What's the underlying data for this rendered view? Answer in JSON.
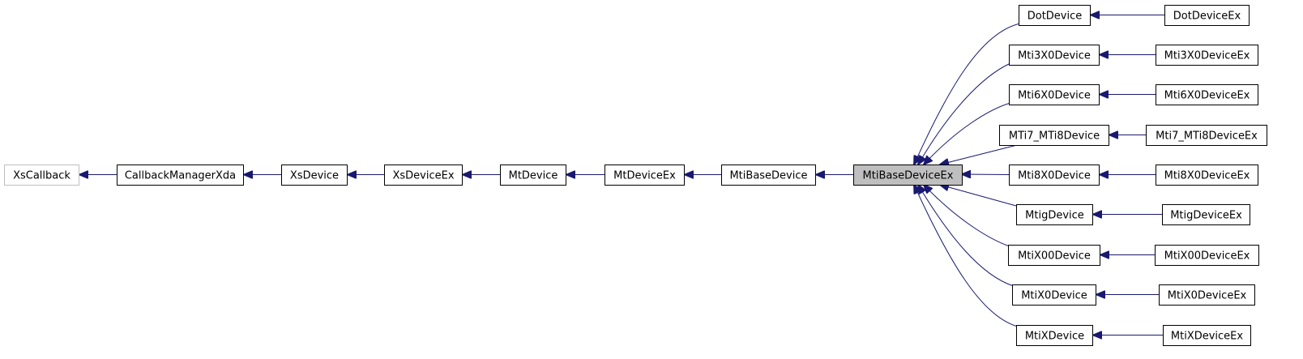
{
  "diagram": {
    "type": "class-inheritance-graph",
    "edge_color": "#191970",
    "nodes": [
      {
        "id": "XsCallback",
        "label": "XsCallback",
        "style": "external"
      },
      {
        "id": "CallbackManagerXda",
        "label": "CallbackManagerXda",
        "style": "normal"
      },
      {
        "id": "XsDevice",
        "label": "XsDevice",
        "style": "normal"
      },
      {
        "id": "XsDeviceEx",
        "label": "XsDeviceEx",
        "style": "normal"
      },
      {
        "id": "MtDevice",
        "label": "MtDevice",
        "style": "normal"
      },
      {
        "id": "MtDeviceEx",
        "label": "MtDeviceEx",
        "style": "normal"
      },
      {
        "id": "MtiBaseDevice",
        "label": "MtiBaseDevice",
        "style": "normal"
      },
      {
        "id": "MtiBaseDeviceEx",
        "label": "MtiBaseDeviceEx",
        "style": "highlighted"
      },
      {
        "id": "DotDevice",
        "label": "DotDevice",
        "style": "normal"
      },
      {
        "id": "Mti3X0Device",
        "label": "Mti3X0Device",
        "style": "normal"
      },
      {
        "id": "Mti6X0Device",
        "label": "Mti6X0Device",
        "style": "normal"
      },
      {
        "id": "MTi7_MTi8Device",
        "label": "MTi7_MTi8Device",
        "style": "normal"
      },
      {
        "id": "Mti8X0Device",
        "label": "Mti8X0Device",
        "style": "normal"
      },
      {
        "id": "MtigDevice",
        "label": "MtigDevice",
        "style": "normal"
      },
      {
        "id": "MtiX00Device",
        "label": "MtiX00Device",
        "style": "normal"
      },
      {
        "id": "MtiX0Device",
        "label": "MtiX0Device",
        "style": "normal"
      },
      {
        "id": "MtiXDevice",
        "label": "MtiXDevice",
        "style": "normal"
      },
      {
        "id": "DotDeviceEx",
        "label": "DotDeviceEx",
        "style": "normal"
      },
      {
        "id": "Mti3X0DeviceEx",
        "label": "Mti3X0DeviceEx",
        "style": "normal"
      },
      {
        "id": "Mti6X0DeviceEx",
        "label": "Mti6X0DeviceEx",
        "style": "normal"
      },
      {
        "id": "Mti7_MTi8DeviceEx",
        "label": "Mti7_MTi8DeviceEx",
        "style": "normal"
      },
      {
        "id": "Mti8X0DeviceEx",
        "label": "Mti8X0DeviceEx",
        "style": "normal"
      },
      {
        "id": "MtigDeviceEx",
        "label": "MtigDeviceEx",
        "style": "normal"
      },
      {
        "id": "MtiX00DeviceEx",
        "label": "MtiX00DeviceEx",
        "style": "normal"
      },
      {
        "id": "MtiX0DeviceEx",
        "label": "MtiX0DeviceEx",
        "style": "normal"
      },
      {
        "id": "MtiXDeviceEx",
        "label": "MtiXDeviceEx",
        "style": "normal"
      }
    ],
    "edges": [
      {
        "base": "XsCallback",
        "derived": "CallbackManagerXda"
      },
      {
        "base": "CallbackManagerXda",
        "derived": "XsDevice"
      },
      {
        "base": "XsDevice",
        "derived": "XsDeviceEx"
      },
      {
        "base": "XsDeviceEx",
        "derived": "MtDevice"
      },
      {
        "base": "MtDevice",
        "derived": "MtDeviceEx"
      },
      {
        "base": "MtDeviceEx",
        "derived": "MtiBaseDevice"
      },
      {
        "base": "MtiBaseDevice",
        "derived": "MtiBaseDeviceEx"
      },
      {
        "base": "MtiBaseDeviceEx",
        "derived": "DotDevice"
      },
      {
        "base": "MtiBaseDeviceEx",
        "derived": "Mti3X0Device"
      },
      {
        "base": "MtiBaseDeviceEx",
        "derived": "Mti6X0Device"
      },
      {
        "base": "MtiBaseDeviceEx",
        "derived": "MTi7_MTi8Device"
      },
      {
        "base": "MtiBaseDeviceEx",
        "derived": "Mti8X0Device"
      },
      {
        "base": "MtiBaseDeviceEx",
        "derived": "MtigDevice"
      },
      {
        "base": "MtiBaseDeviceEx",
        "derived": "MtiX00Device"
      },
      {
        "base": "MtiBaseDeviceEx",
        "derived": "MtiX0Device"
      },
      {
        "base": "MtiBaseDeviceEx",
        "derived": "MtiXDevice"
      },
      {
        "base": "DotDevice",
        "derived": "DotDeviceEx"
      },
      {
        "base": "Mti3X0Device",
        "derived": "Mti3X0DeviceEx"
      },
      {
        "base": "Mti6X0Device",
        "derived": "Mti6X0DeviceEx"
      },
      {
        "base": "MTi7_MTi8Device",
        "derived": "Mti7_MTi8DeviceEx"
      },
      {
        "base": "Mti8X0Device",
        "derived": "Mti8X0DeviceEx"
      },
      {
        "base": "MtigDevice",
        "derived": "MtigDeviceEx"
      },
      {
        "base": "MtiX00Device",
        "derived": "MtiX00DeviceEx"
      },
      {
        "base": "MtiX0Device",
        "derived": "MtiX0DeviceEx"
      },
      {
        "base": "MtiXDevice",
        "derived": "MtiXDeviceEx"
      }
    ]
  }
}
